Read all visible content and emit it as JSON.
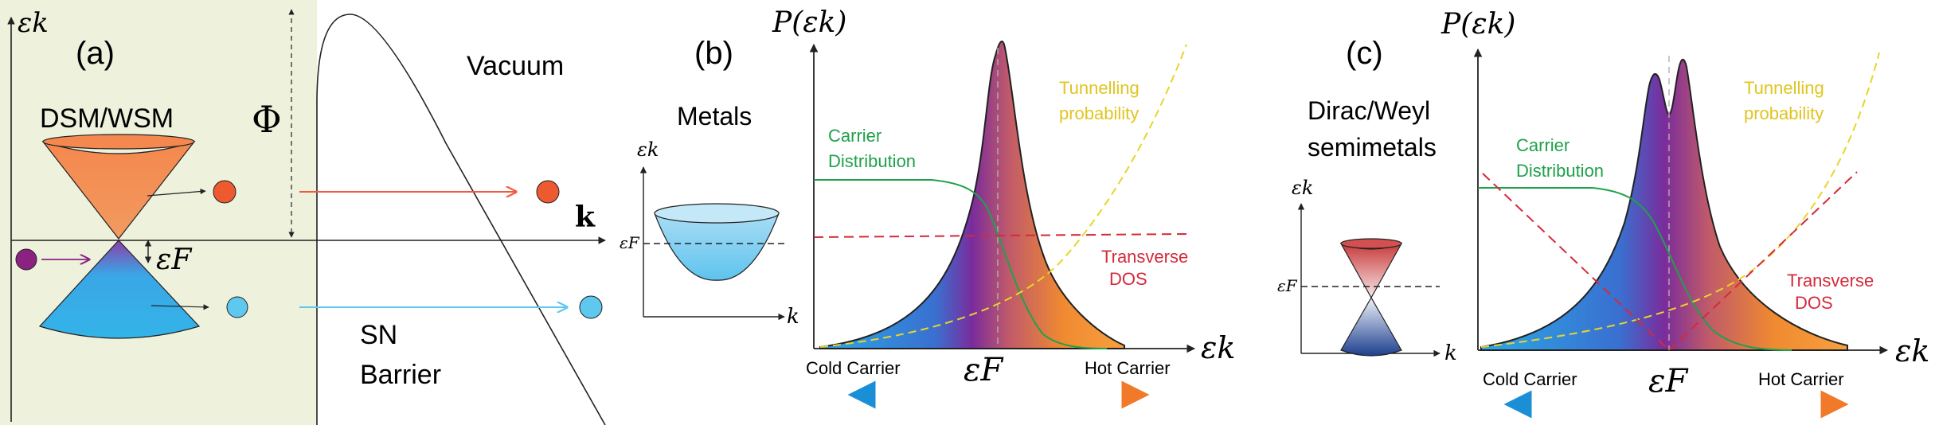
{
  "panel_a": {
    "label": "(a)",
    "material": "DSM/WSM",
    "axis_energy": "εk",
    "axis_k": "k",
    "work_function": "Φ",
    "fermi": "εF",
    "vacuum": "Vacuum",
    "barrier_line1": "SN",
    "barrier_line2": "Barrier",
    "colors": {
      "background": "#eef1dc",
      "upper_cone": "#f4884e",
      "lower_cone": "#33b4e8",
      "electron_red": "#ee5a30",
      "electron_blue": "#5ec8ee",
      "electron_purple": "#8b2282"
    }
  },
  "panel_b": {
    "label": "(b)",
    "material": "Metals",
    "inset": {
      "axis_energy": "εk",
      "axis_k": "k",
      "fermi": "εF"
    },
    "axis_y": "P(εk)",
    "axis_x": "εk",
    "carrier_line1": "Carrier",
    "carrier_line2": "Distribution",
    "tunnel_line1": "Tunnelling",
    "tunnel_line2": "probability",
    "dos_line1": "Transverse",
    "dos_line2": "DOS",
    "fermi": "εF",
    "cold": "Cold Carrier",
    "hot": "Hot Carrier"
  },
  "panel_c": {
    "label": "(c)",
    "material_line1": "Dirac/Weyl",
    "material_line2": "semimetals",
    "inset": {
      "axis_energy": "εk",
      "axis_k": "k",
      "fermi": "εF"
    },
    "axis_y": "P(εk)",
    "axis_x": "εk",
    "carrier_line1": "Carrier",
    "carrier_line2": "Distribution",
    "tunnel_line1": "Tunnelling",
    "tunnel_line2": "probability",
    "dos_line1": "Transverse",
    "dos_line2": "DOS",
    "fermi": "εF",
    "cold": "Cold Carrier",
    "hot": "Hot Carrier"
  },
  "colors": {
    "carrier": "#1fa14a",
    "tunnel": "#e8d52a",
    "dos": "#d42a3a",
    "cold": "#1b8fd6",
    "mid": "#6a2a9a",
    "hot": "#f07a2a"
  }
}
